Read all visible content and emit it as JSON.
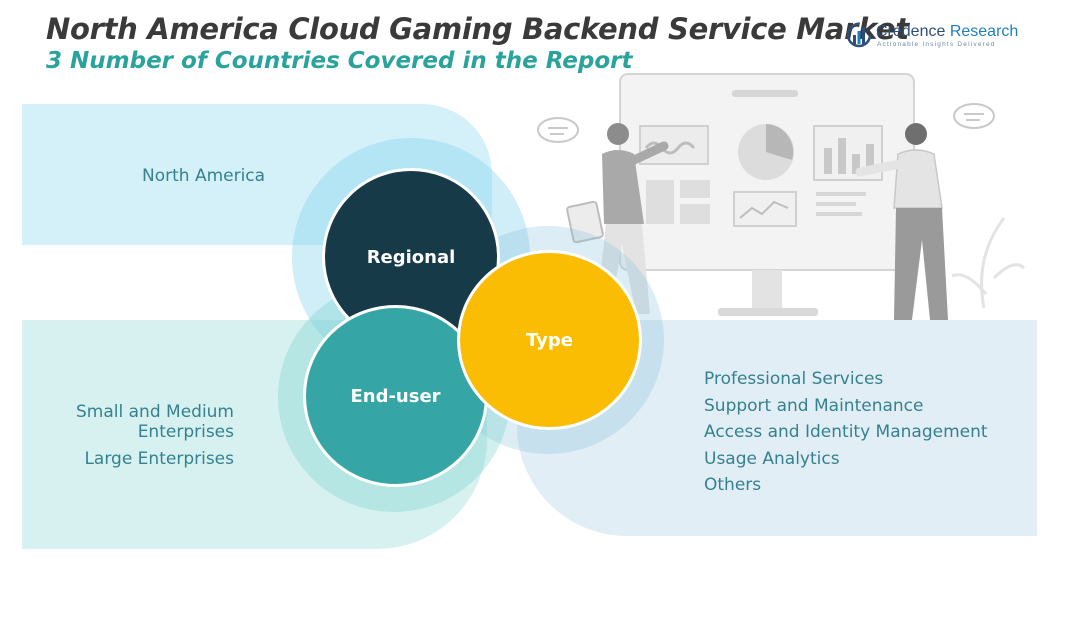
{
  "header": {
    "title": "North America Cloud Gaming Backend Service Market",
    "subtitle": "3 Number of Countries Covered in the Report"
  },
  "logo": {
    "name_part1": "Credence",
    "name_part2": " Research",
    "tagline": "Actionable Insights Delivered",
    "icon": "bar-chart-logo-icon"
  },
  "segments": {
    "regional": {
      "label": "Regional",
      "items": [
        "North America"
      ]
    },
    "type": {
      "label": "Type",
      "items": [
        "Professional Services",
        "Support and Maintenance",
        "Access and Identity Management",
        "Usage Analytics",
        "Others"
      ]
    },
    "enduser": {
      "label": "End-user",
      "items": [
        "Small and Medium Enterprises",
        "Large Enterprises"
      ]
    }
  },
  "colors": {
    "regional_circle": "#173a49",
    "type_circle": "#fbbc04",
    "enduser_circle": "#35a5a6",
    "title_text": "#3a3a3a",
    "subtitle_text": "#2aa39c",
    "list_text": "#35818f"
  },
  "illustration": {
    "icon": "presentation-analytics-illustration"
  }
}
